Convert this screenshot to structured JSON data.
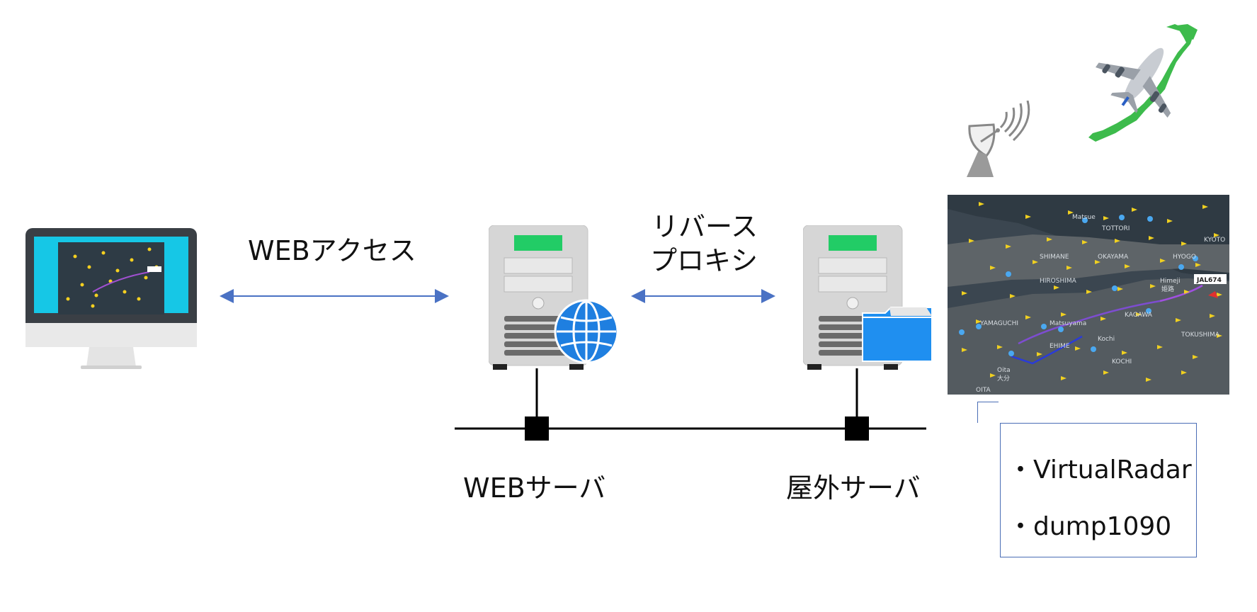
{
  "labels": {
    "web_access": "WEBアクセス",
    "reverse_proxy_line1": "リバース",
    "reverse_proxy_line2": "プロキシ",
    "web_server": "WEBサーバ",
    "outdoor_server": "屋外サーバ"
  },
  "callout": {
    "items": [
      "・VirtualRadar",
      "・dump1090"
    ]
  },
  "map": {
    "flight_label": "JAL674",
    "place_labels": [
      "TOTTORI",
      "SHIMANE",
      "OKAYAMA",
      "HYOGO",
      "KYOTO",
      "HIROSHIMA",
      "Himeji",
      "姫路",
      "YAMAGUCHI",
      "Matsuyama",
      "KAGAWA",
      "EHIME",
      "Kochi",
      "KOCHI",
      "Oita",
      "大分",
      "OITA",
      "Matsue",
      "TOKUSHIMA"
    ]
  },
  "colors": {
    "arrow": "#4a72c4",
    "callout_border": "#4a6db5",
    "server_led": "#22cc66",
    "globe": "#1f7fe0",
    "folder": "#1f8ff0",
    "monitor_screen": "#16c7e6",
    "japan": "#3dbb4c"
  }
}
